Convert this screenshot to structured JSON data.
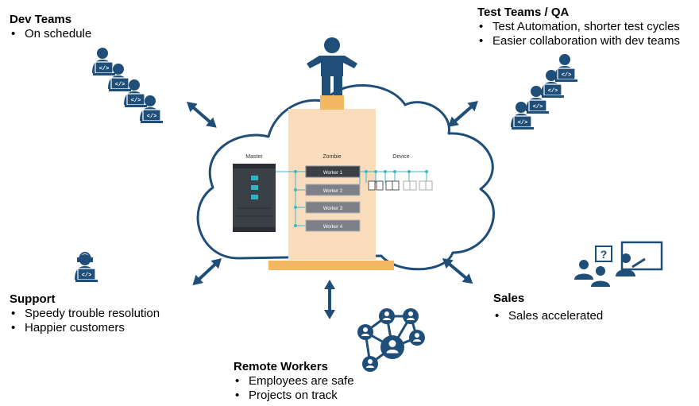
{
  "groups": {
    "dev_teams": {
      "title": "Dev Teams",
      "bullets": [
        "On schedule"
      ]
    },
    "test_teams": {
      "title": "Test Teams / QA",
      "bullets": [
        "Test Automation, shorter test cycles",
        "Easier collaboration with dev teams"
      ]
    },
    "support": {
      "title": "Support",
      "bullets": [
        "Speedy trouble resolution",
        "Happier customers"
      ]
    },
    "sales": {
      "title": "Sales",
      "bullets": [
        "Sales accelerated"
      ]
    },
    "remote": {
      "title": "Remote Workers",
      "bullets": [
        "Employees are safe",
        "Projects on track"
      ]
    }
  },
  "cloud": {
    "master_label": "Master",
    "zombie_label": "Zombie",
    "device_label": "Device",
    "workers": [
      "Worker 1",
      "Worker 2",
      "Worker 3",
      "Worker 4"
    ],
    "help_glyph": "?"
  },
  "colors": {
    "navy": "#1f4e79",
    "cloud_stroke": "#1f4e79",
    "tower": "#f8dcbc",
    "tower_base": "#f4b862",
    "server": "#3b3f46",
    "server_accent": "#34b3c5",
    "connector": "#3fb8c8"
  },
  "icons": [
    "person-laptop-icon",
    "presenter-icon",
    "support-headset-icon",
    "network-people-icon",
    "double-arrow-icon"
  ]
}
